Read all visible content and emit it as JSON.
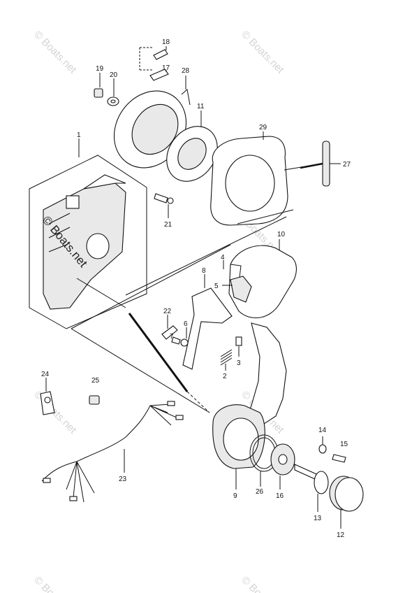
{
  "watermark": {
    "text": "© Boats.net"
  },
  "parts": [
    {
      "id": "p1",
      "label": "1"
    },
    {
      "id": "p2",
      "label": "2"
    },
    {
      "id": "p3",
      "label": "3"
    },
    {
      "id": "p4",
      "label": "4"
    },
    {
      "id": "p5",
      "label": "5"
    },
    {
      "id": "p6",
      "label": "6"
    },
    {
      "id": "p7",
      "label": "7"
    },
    {
      "id": "p8",
      "label": "8"
    },
    {
      "id": "p9",
      "label": "9"
    },
    {
      "id": "p10",
      "label": "10"
    },
    {
      "id": "p11",
      "label": "11"
    },
    {
      "id": "p12",
      "label": "12"
    },
    {
      "id": "p13",
      "label": "13"
    },
    {
      "id": "p14",
      "label": "14"
    },
    {
      "id": "p15",
      "label": "15"
    },
    {
      "id": "p16",
      "label": "16"
    },
    {
      "id": "p17",
      "label": "17"
    },
    {
      "id": "p18",
      "label": "18"
    },
    {
      "id": "p19",
      "label": "19"
    },
    {
      "id": "p20",
      "label": "20"
    },
    {
      "id": "p21",
      "label": "21"
    },
    {
      "id": "p22",
      "label": "22"
    },
    {
      "id": "p23",
      "label": "23"
    },
    {
      "id": "p24",
      "label": "24"
    },
    {
      "id": "p25",
      "label": "25"
    },
    {
      "id": "p26",
      "label": "26"
    },
    {
      "id": "p27",
      "label": "27"
    },
    {
      "id": "p28",
      "label": "28"
    },
    {
      "id": "p29",
      "label": "29"
    }
  ]
}
